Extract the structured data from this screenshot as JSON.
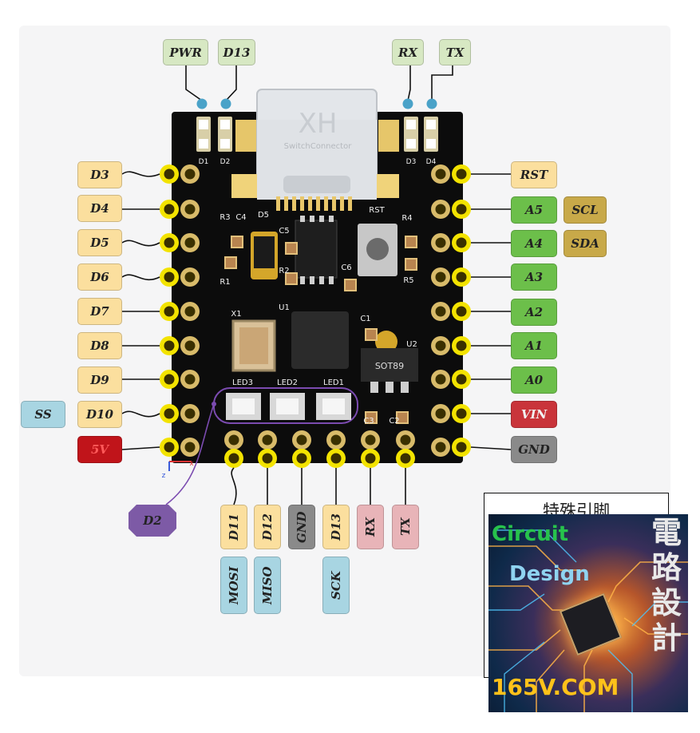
{
  "top_labels": [
    {
      "text": "PWR",
      "color": "#d7e8c3"
    },
    {
      "text": "D13",
      "color": "#d7e8c3"
    },
    {
      "text": "RX",
      "color": "#d7e8c3"
    },
    {
      "text": "TX",
      "color": "#d7e8c3"
    }
  ],
  "left_labels": [
    {
      "text": "D3",
      "color": "#fbdf9e"
    },
    {
      "text": "D4",
      "color": "#fbdf9e"
    },
    {
      "text": "D5",
      "color": "#fbdf9e"
    },
    {
      "text": "D6",
      "color": "#fbdf9e"
    },
    {
      "text": "D7",
      "color": "#fbdf9e"
    },
    {
      "text": "D8",
      "color": "#fbdf9e"
    },
    {
      "text": "D9",
      "color": "#fbdf9e"
    },
    {
      "text": "D10",
      "color": "#fbdf9e"
    },
    {
      "text": "5V",
      "color": "#c0141a",
      "text_color": "#ff5a5a"
    }
  ],
  "ss_label": {
    "text": "SS",
    "color": "#a8d5e2"
  },
  "right_labels": [
    {
      "text": "RST",
      "color": "#fbdf9e"
    },
    {
      "text": "A5",
      "color": "#6cbf4a"
    },
    {
      "text": "A4",
      "color": "#6cbf4a"
    },
    {
      "text": "A3",
      "color": "#6cbf4a"
    },
    {
      "text": "A2",
      "color": "#6cbf4a"
    },
    {
      "text": "A1",
      "color": "#6cbf4a"
    },
    {
      "text": "A0",
      "color": "#6cbf4a"
    },
    {
      "text": "VIN",
      "color": "#c9343a",
      "text_color": "#f2f2f2"
    },
    {
      "text": "GND",
      "color": "#8a8a8a"
    }
  ],
  "i2c_labels": [
    {
      "text": "SCL",
      "color": "#c8a949"
    },
    {
      "text": "SDA",
      "color": "#c8a949"
    }
  ],
  "bottom_labels": [
    {
      "text": "D11",
      "color": "#fbdf9e"
    },
    {
      "text": "D12",
      "color": "#fbdf9e"
    },
    {
      "text": "GND",
      "color": "#8a8a8a"
    },
    {
      "text": "D13",
      "color": "#fbdf9e"
    },
    {
      "text": "RX",
      "color": "#e8b4b8"
    },
    {
      "text": "TX",
      "color": "#e8b4b8"
    }
  ],
  "spi_labels": [
    {
      "text": "MOSI",
      "color": "#a8d5e2"
    },
    {
      "text": "MISO",
      "color": "#a8d5e2"
    },
    {
      "text": "SCK",
      "color": "#a8d5e2"
    }
  ],
  "d2_label": {
    "text": "D2",
    "color": "#7d5aa6"
  },
  "board": {
    "connector_brand": "XH",
    "connector_text": "SwitchConnector",
    "regulator": "SOT89",
    "components": [
      "D1",
      "D2",
      "D3",
      "D4",
      "R3",
      "C4",
      "D5",
      "C5",
      "R1",
      "R2",
      "RST",
      "R4",
      "R5",
      "C6",
      "U1",
      "X1",
      "C1",
      "U2",
      "LED3",
      "LED2",
      "LED1",
      "C3",
      "C2"
    ],
    "axis_x": "x",
    "axis_z": "z"
  },
  "special_panel": {
    "title": "特殊引脚"
  },
  "brand": {
    "circuit": "Circuit",
    "design": "Design",
    "url": "165V.COM",
    "chinese": [
      "電",
      "路",
      "設",
      "計"
    ]
  },
  "colors": {
    "board": "#0c0c0c",
    "pad": "#f5e400",
    "led_outline": "#7b4bb0"
  }
}
